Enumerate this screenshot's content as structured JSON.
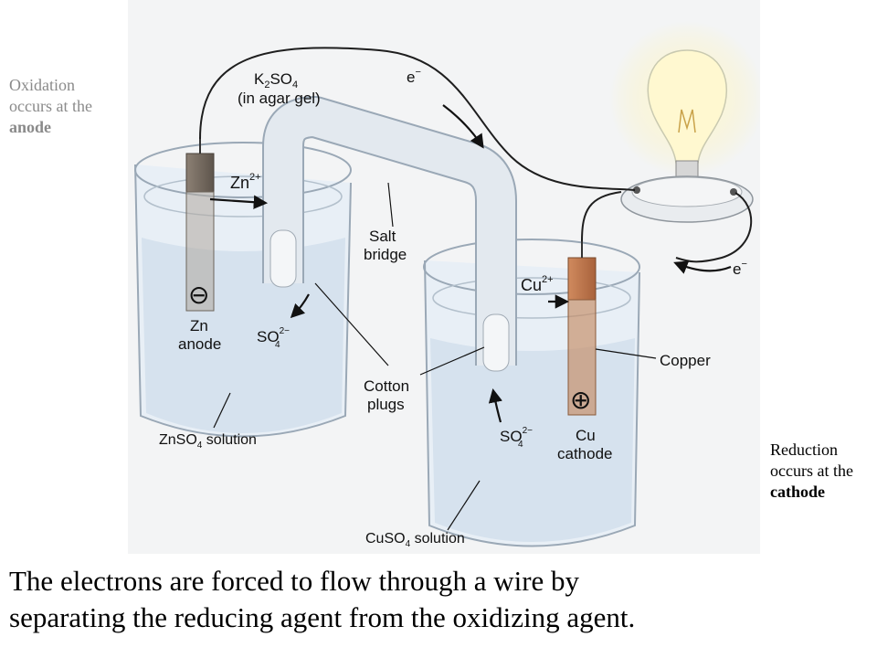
{
  "notes": {
    "left": {
      "line1": "Oxidation",
      "line2": "occurs at the",
      "line3": "anode"
    },
    "right": {
      "line1": "Reduction",
      "line2": "occurs at the",
      "line3": "cathode"
    }
  },
  "labels": {
    "k2so4_a": "K",
    "k2so4_b": "2",
    "k2so4_c": "SO",
    "k2so4_d": "4",
    "agar": "(in agar gel)",
    "e_top": "e",
    "e_top_sup": "−",
    "e_right": "e",
    "e_right_sup": "−",
    "zn_ion": "Zn",
    "zn_ion_sup": "2+",
    "cu_ion": "Cu",
    "cu_ion_sup": "2+",
    "salt": "Salt",
    "bridge": "bridge",
    "so4_left": "SO",
    "so4_left_sub": "4",
    "so4_left_sup": "2−",
    "so4_right": "SO",
    "so4_right_sub": "4",
    "so4_right_sup": "2−",
    "zn": "Zn",
    "anode": "anode",
    "cotton": "Cotton",
    "plugs": "plugs",
    "copper": "Copper",
    "cu": "Cu",
    "cathode": "cathode",
    "znso4_a": "ZnSO",
    "znso4_b": "4",
    "znso4_c": " solution",
    "cuso4_a": "CuSO",
    "cuso4_b": "4",
    "cuso4_c": " solution",
    "minus_sign": "⊖",
    "plus_sign": "⊕"
  },
  "caption": {
    "line1": "The electrons are forced to flow through a wire by",
    "line2": "separating the reducing agent from the oxidizing agent."
  },
  "colors": {
    "beaker": "#e6eef6",
    "solution": "#cddbea",
    "bridge": "#dfe5ec",
    "zinc": "#7a6e62",
    "copper": "#c0784e",
    "wire": "#222222",
    "bulb_glow": "#fff2a8"
  }
}
